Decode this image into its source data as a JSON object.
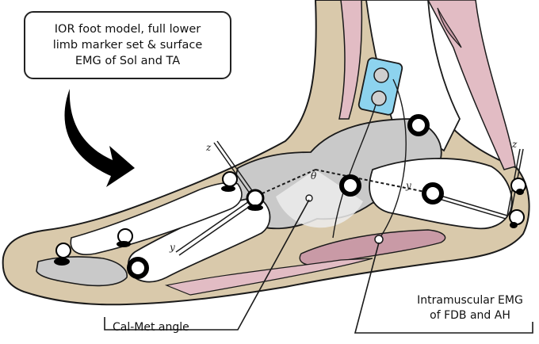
{
  "callout": {
    "text": "IOR foot model, full lower\nlimb marker set & surface\nEMG of Sol and TA"
  },
  "labels": {
    "calmet": "Cal-Met angle",
    "intramuscular": "Intramuscular EMG\nof FDB and AH",
    "theta": "θ",
    "axis_z_fore": "z",
    "axis_y_fore": "y",
    "axis_z_heel": "z",
    "axis_y_heel": "y"
  },
  "colors": {
    "skin": "#d9c9ab",
    "bone_light": "#ffffff",
    "bone_dark": "#c9c9c9",
    "muscle": "#e2bcc4",
    "muscle_dark": "#c99aa6",
    "electrode": "#8dd3ee",
    "outline": "#1a1a1a"
  }
}
